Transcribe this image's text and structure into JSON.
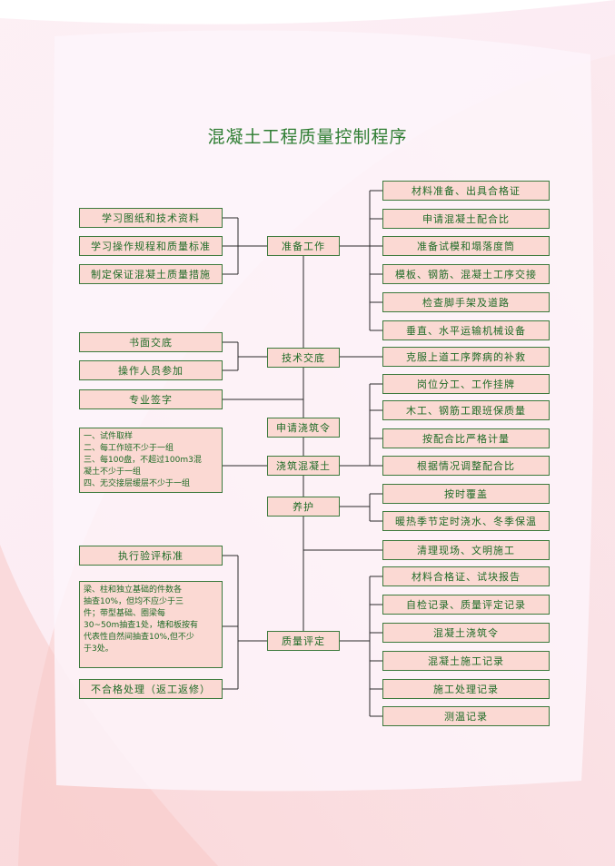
{
  "title": "混凝土工程质量控制程序",
  "main": {
    "step1": "准备工作",
    "step2": "技术交底",
    "step3": "申请浇筑令",
    "step4": "浇筑混凝土",
    "step5": "养护",
    "step6": "质量评定"
  },
  "left": {
    "prep1": "学习图纸和技术资料",
    "prep2": "学习操作规程和质量标准",
    "prep3": "制定保证混凝土质量措施",
    "tech1": "书面交底",
    "tech2": "操作人员参加",
    "sign": "专业签字",
    "pour_notes": [
      "一、试件取样",
      "二、每工作班不少于一组",
      "三、每100盘，不超过100m3混",
      "凝土不少于一组",
      "四、无交接层缓层不少于一组"
    ],
    "eval_std": "执行验评标准",
    "eval_notes": [
      "梁、柱和独立基础的件数各",
      "抽查10%，但均不应少于三",
      "件；带型基础、圈梁每",
      "30~50m抽查1处，墙和板按有",
      "代表性自然间抽查10%,但不少",
      "于3处。"
    ],
    "rework": "不合格处理（返工返修）"
  },
  "right": {
    "prep1": "材料准备、出具合格证",
    "prep2": "申请混凝土配合比",
    "prep3": "准备试模和塌落度筒",
    "prep4": "模板、钢筋、混凝土工序交接",
    "prep5": "检查脚手架及道路",
    "prep6": "垂直、水平运输机械设备",
    "tech": "克服上道工序弊病的补救",
    "pour1": "岗位分工、工作挂牌",
    "pour2": "木工、钢筋工跟班保质量",
    "pour3": "按配合比严格计量",
    "pour4": "根据情况调整配合比",
    "cure1": "按时覆盖",
    "cure2": "暖热季节定时浇水、冬季保温",
    "clean": "清理现场、文明施工",
    "rec1": "材料合格证、试块报告",
    "rec2": "自检记录、质量评定记录",
    "rec3": "混凝土浇筑令",
    "rec4": "混凝土施工记录",
    "rec5": "施工处理记录",
    "rec6": "测温记录"
  }
}
